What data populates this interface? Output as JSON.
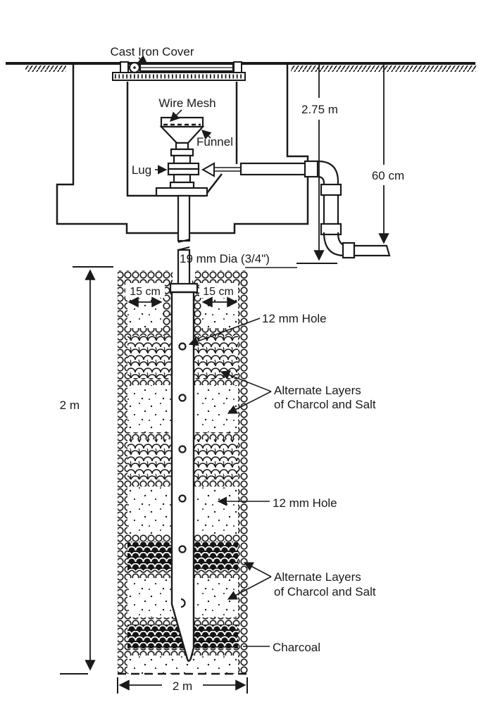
{
  "figure": {
    "ink_color": "#1a1a1a",
    "paper_color": "#ffffff",
    "labels": {
      "cast_iron_cover": "Cast Iron Cover",
      "wire_mesh": "Wire Mesh",
      "funnel": "Funnel",
      "lug": "Lug",
      "pipe_dia": "19 mm Dia (3/4\")",
      "hole_upper": "12 mm Hole",
      "hole_lower": "12 mm Hole",
      "alt_layers_line1": "Alternate Layers",
      "alt_layers_line2": "of Charcol and Salt",
      "charcoal": "Charcoal"
    },
    "dimensions": {
      "depth_to_pit": "2.75 m",
      "conduit_depth": "60 cm",
      "pit_depth": "2 m",
      "pit_width": "2 m",
      "clearance_left": "15 cm",
      "clearance_right": "15 cm"
    }
  }
}
